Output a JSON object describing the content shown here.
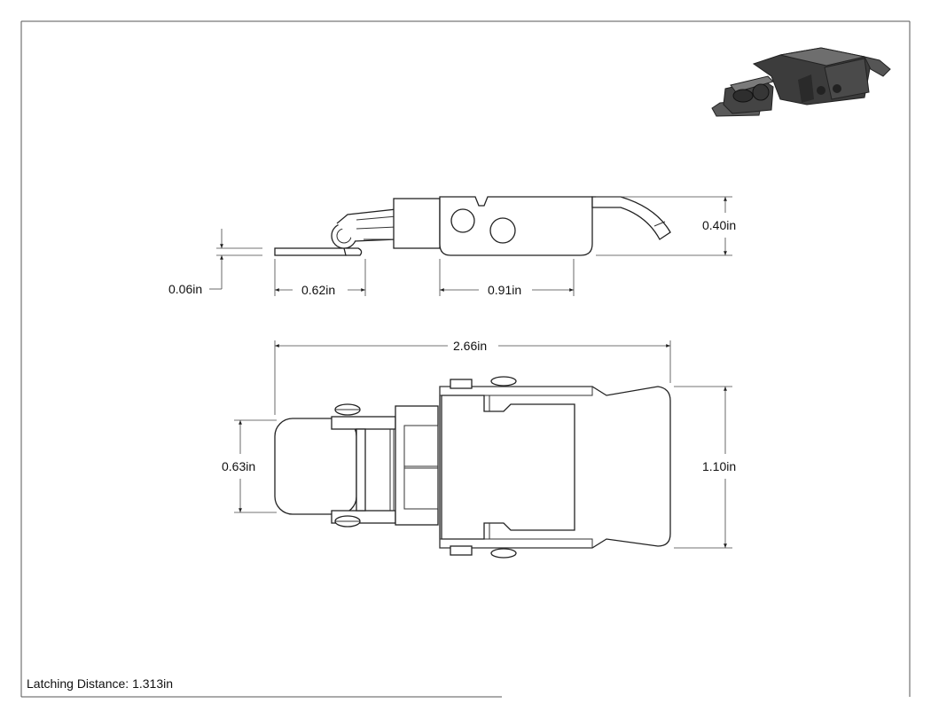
{
  "drawing": {
    "dimensions": {
      "thickness": "0.06in",
      "hook_length": "0.62in",
      "plate_length": "0.91in",
      "side_height": "0.40in",
      "overall_length": "2.66in",
      "hook_width": "0.63in",
      "overall_width": "1.10in"
    },
    "note": "Latching Distance: 1.313in"
  },
  "colors": {
    "line": "#222222",
    "iso_dark": "#3a3a3a",
    "iso_light": "#6b6b6b"
  }
}
